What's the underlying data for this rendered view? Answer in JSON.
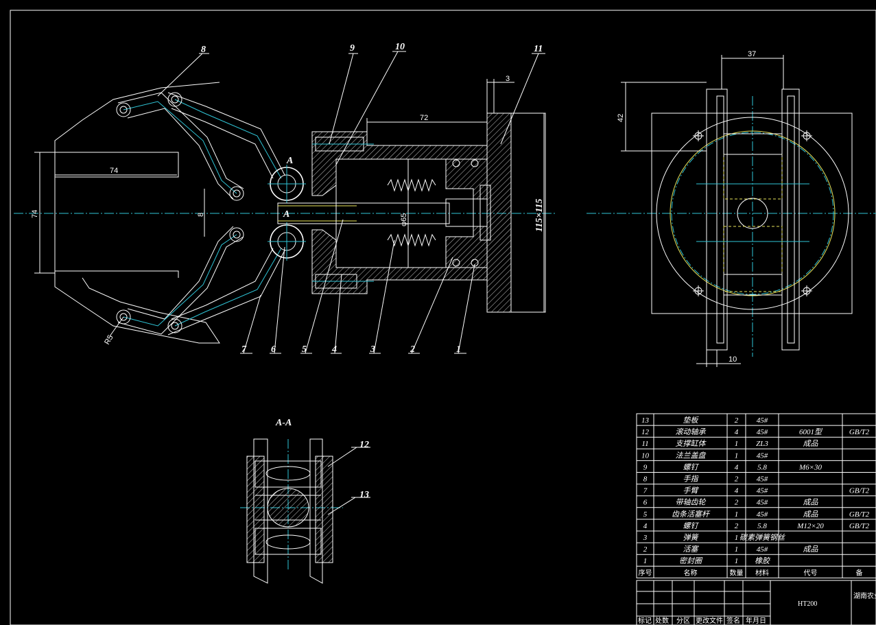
{
  "part_labels": [
    "8",
    "9",
    "10",
    "11",
    "7",
    "6",
    "5",
    "4",
    "3",
    "2",
    "1",
    "12",
    "13"
  ],
  "section_marks": {
    "mark_top": "A",
    "mark_bottom": "A",
    "section_title": "A-A"
  },
  "dimensions": {
    "d74_horizontal": "74",
    "d74_vertical": "74",
    "d8": "8",
    "r5": "R5",
    "d72": "72",
    "d3": "3",
    "d65": "φ65",
    "d115": "115×115",
    "d37": "37",
    "d42": "42",
    "d10": "10"
  },
  "parts_table": {
    "rows": [
      {
        "no": "13",
        "name": "垫板",
        "qty": "2",
        "material": "45#",
        "code": "",
        "std": ""
      },
      {
        "no": "12",
        "name": "滚动轴承",
        "qty": "4",
        "material": "45#",
        "code": "6001型",
        "std": "GB/T2"
      },
      {
        "no": "11",
        "name": "支撑缸体",
        "qty": "1",
        "material": "ZL3",
        "code": "成品",
        "std": ""
      },
      {
        "no": "10",
        "name": "法兰盖盘",
        "qty": "1",
        "material": "45#",
        "code": "",
        "std": ""
      },
      {
        "no": "9",
        "name": "螺钉",
        "qty": "4",
        "material": "5.8",
        "code": "M6×30",
        "std": ""
      },
      {
        "no": "8",
        "name": "手指",
        "qty": "2",
        "material": "45#",
        "code": "",
        "std": ""
      },
      {
        "no": "7",
        "name": "手臂",
        "qty": "4",
        "material": "45#",
        "code": "",
        "std": "GB/T2"
      },
      {
        "no": "6",
        "name": "带轴齿轮",
        "qty": "2",
        "material": "45#",
        "code": "成品",
        "std": ""
      },
      {
        "no": "5",
        "name": "齿条活塞杆",
        "qty": "1",
        "material": "45#",
        "code": "成品",
        "std": "GB/T2"
      },
      {
        "no": "4",
        "name": "螺钉",
        "qty": "2",
        "material": "5.8",
        "code": "M12×20",
        "std": "GB/T2"
      },
      {
        "no": "3",
        "name": "弹簧",
        "qty": "1",
        "material": "碳素弹簧钢丝",
        "code": "",
        "std": ""
      },
      {
        "no": "2",
        "name": "活塞",
        "qty": "1",
        "material": "45#",
        "code": "成品",
        "std": ""
      },
      {
        "no": "1",
        "name": "密封圈",
        "qty": "1",
        "material": "橡胶",
        "code": "",
        "std": ""
      }
    ],
    "header": {
      "no": "序号",
      "name": "名称",
      "qty": "数量",
      "material": "材料",
      "code": "代号",
      "extra": "备"
    }
  },
  "title_block": {
    "material": "HT200",
    "school": "湖南农业",
    "footer_labels": [
      "标记",
      "处数",
      "分区",
      "更改文件",
      "签名",
      "年月日"
    ]
  },
  "colors": {
    "background": "#000000",
    "lines": "#ffffff",
    "centerlines": "#2fc6d8",
    "hidden": "#e8e35a"
  }
}
